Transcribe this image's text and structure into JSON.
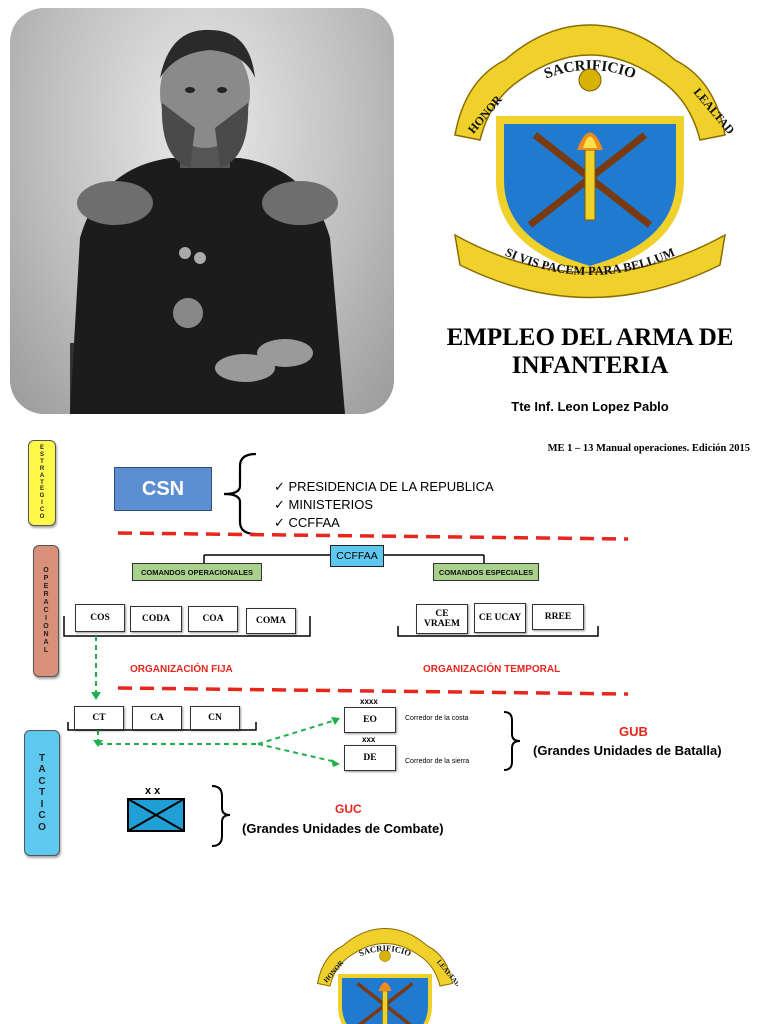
{
  "header": {
    "title": "EMPLEO DEL ARMA DE INFANTERIA",
    "author": "Tte Inf. Leon Lopez Pablo",
    "reference": "ME 1 – 13 Manual operaciones. Edición 2015"
  },
  "emblem": {
    "motto_top": "SACRIFICIO",
    "motto_left": "HONOR",
    "motto_right": "LEALTAD",
    "motto_bottom": "SI VIS PACEM PARA BELLUM"
  },
  "levels": {
    "estrategico": "ESTRATEGICO",
    "operacional": "OPERACIONAL",
    "tactico": "TACTICO"
  },
  "strategic": {
    "csn": "CSN",
    "items": [
      "PRESIDENCIA DE LA REPUBLICA",
      "MINISTERIOS",
      "CCFFAA"
    ]
  },
  "operational": {
    "root": "CCFFAA",
    "branch_left": "COMANDOS OPERACIONALES",
    "branch_right": "COMANDOS ESPECIALES",
    "left_units": [
      "COS",
      "CODA",
      "COA",
      "COMA"
    ],
    "right_units": [
      "CE VRAEM",
      "CE UCAY",
      "RREE"
    ],
    "label_left": "ORGANIZACIÓN FIJA",
    "label_right": "ORGANIZACIÓN TEMPORAL"
  },
  "tactical": {
    "units": [
      "CT",
      "CA",
      "CN"
    ],
    "eo": "EO",
    "de": "DE",
    "eo_mark": "xxxx",
    "de_mark": "xxx",
    "eo_desc": "Corredor de la costa",
    "de_desc": "Corredor de la sierra",
    "gub_abbr": "GUB",
    "gub_full": "(Grandes Unidades de Batalla)",
    "guc_abbr": "GUC",
    "guc_full": "(Grandes Unidades de Combate)",
    "symbol_mark": "x x"
  },
  "colors": {
    "blue_box": "#5b8fd1",
    "cyan_box": "#5ec8ee",
    "green_box": "#a9d18e",
    "red": "#e8261c",
    "dashed_green": "#22b04b"
  }
}
